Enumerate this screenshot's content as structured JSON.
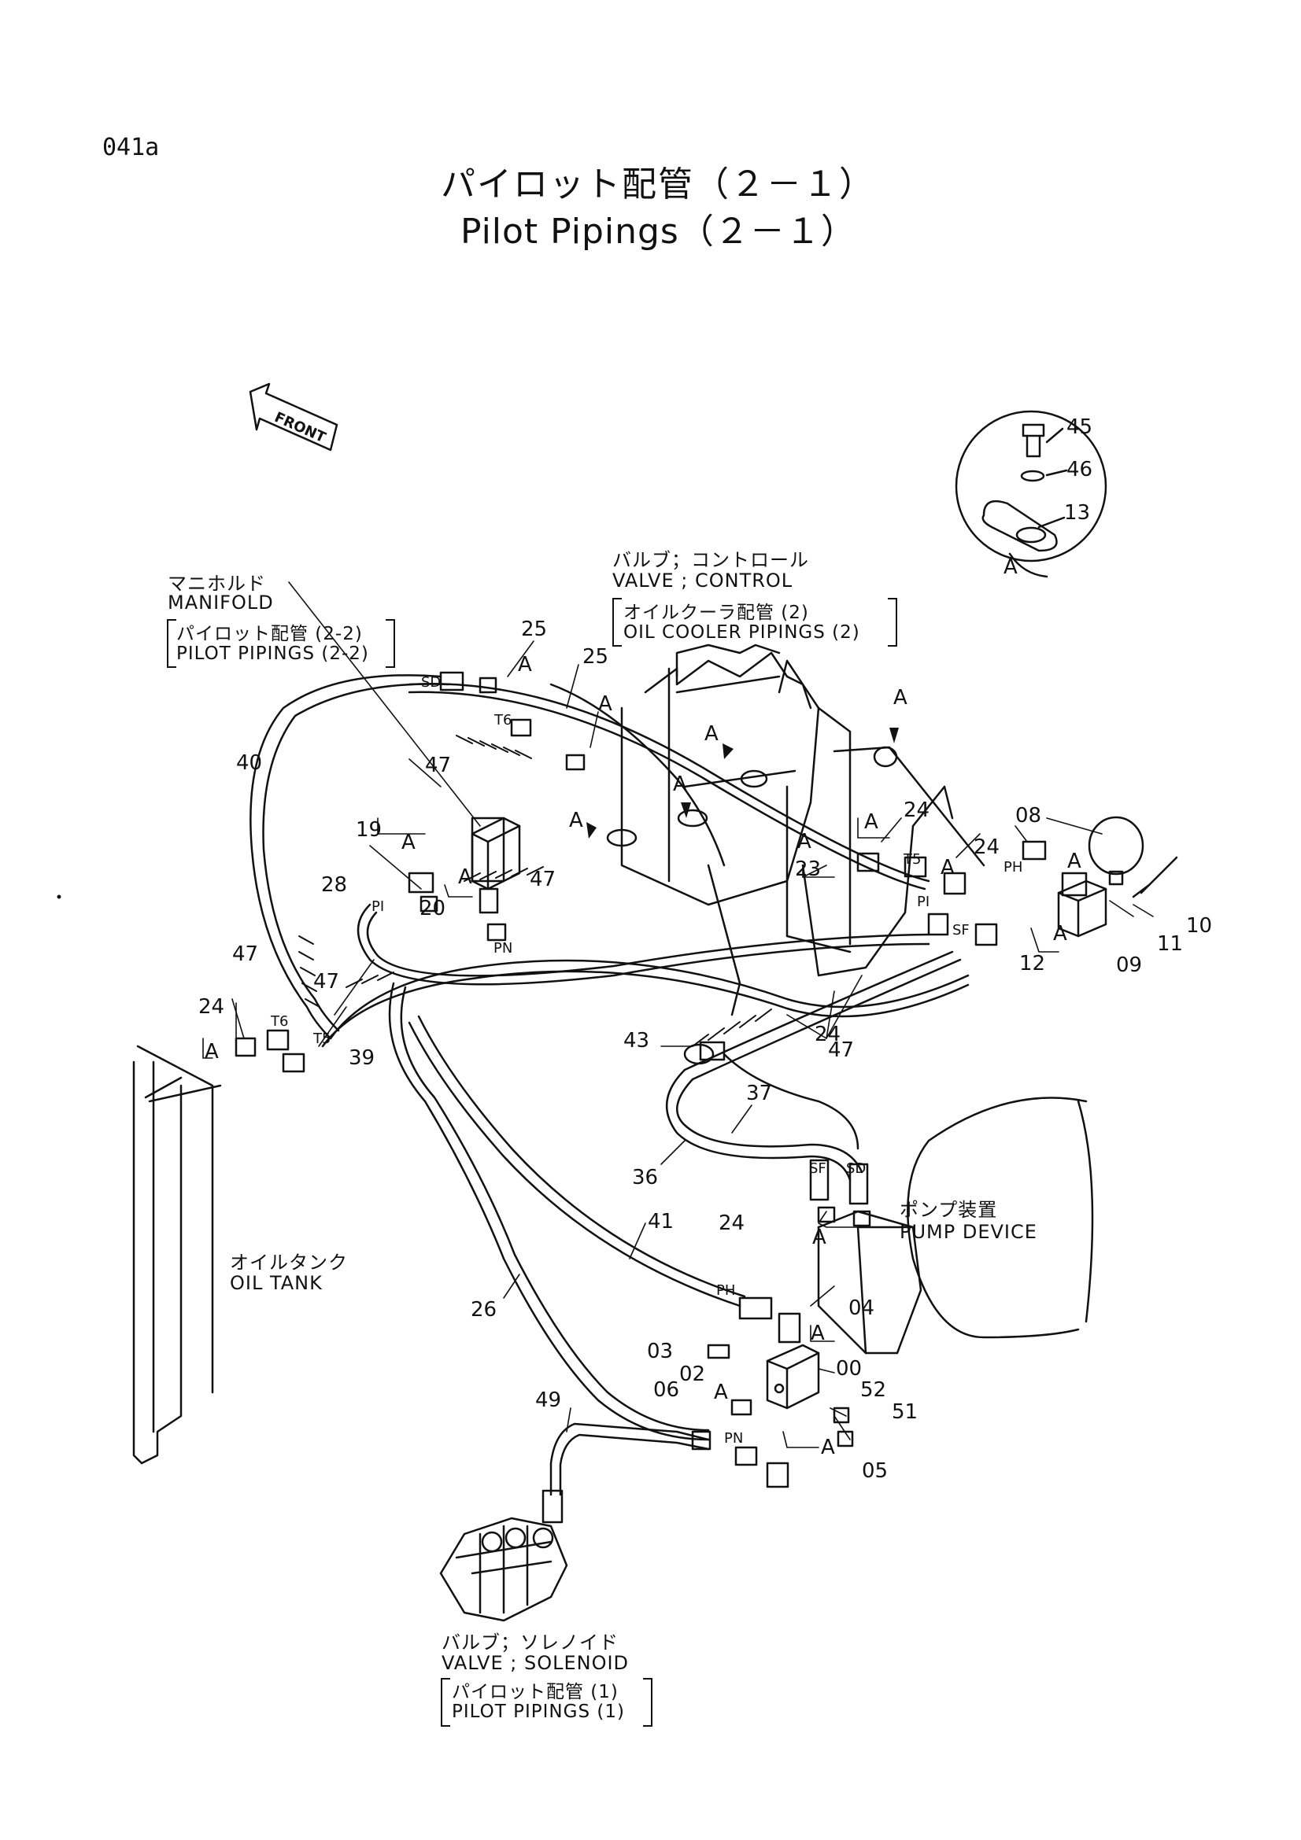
{
  "page_id": "041a",
  "title": {
    "ja": "パイロット配管（２－１）",
    "en": "Pilot Pipings（２－１）"
  },
  "front_label": "FRONT",
  "components": {
    "manifold": {
      "ja": "マニホルド",
      "en": "MANIFOLD",
      "ref_ja": "パイロット配管 (2-2)",
      "ref_en": "PILOT PIPINGS (2-2)"
    },
    "control_valve": {
      "ja": "バルブ；コントロール",
      "en": "VALVE ; CONTROL",
      "ref_ja": "オイルクーラ配管 (2)",
      "ref_en": "OIL COOLER PIPINGS (2)"
    },
    "pump": {
      "ja": "ポンプ装置",
      "en": "PUMP DEVICE"
    },
    "oil_tank": {
      "ja": "オイルタンク",
      "en": "OIL TANK"
    },
    "solenoid_valve": {
      "ja": "バルブ；ソレノイド",
      "en": "VALVE ; SOLENOID",
      "ref_ja": "パイロット配管 (1)",
      "ref_en": "PILOT PIPINGS (1)"
    }
  },
  "part_numbers": {
    "p45": "45",
    "p46": "46",
    "p13": "13",
    "detail_a": "A",
    "p25a": "25",
    "p25b": "25",
    "p40": "40",
    "p47a": "47",
    "p47b": "47",
    "p47c": "47",
    "p47d": "47",
    "p47e": "47",
    "p19": "19",
    "p28": "28",
    "p20": "20",
    "p24a": "24",
    "p24b": "24",
    "p24c": "24",
    "p24d": "24",
    "p24e": "24",
    "p23": "23",
    "p08": "08",
    "p10": "10",
    "p11": "11",
    "p12": "12",
    "p09": "09",
    "p43": "43",
    "p39": "39",
    "p37": "37",
    "p36": "36",
    "p41": "41",
    "p26": "26",
    "p04": "04",
    "p03": "03",
    "p02": "02",
    "p00": "00",
    "p06": "06",
    "p52": "52",
    "p51": "51",
    "p05": "05",
    "p49": "49"
  },
  "ports": {
    "sd1": "SD",
    "t6a": "T6",
    "pi1": "PI",
    "pn1": "PN",
    "t6b": "T6",
    "t5a": "T5",
    "t5b": "T5",
    "pi2": "PI",
    "ph1": "PH",
    "sf1": "SF",
    "sf2": "SF",
    "sd2": "SD",
    "ph2": "PH",
    "pn2": "PN"
  },
  "a_marks": [
    "A",
    "A",
    "A",
    "A",
    "A",
    "A",
    "A",
    "A",
    "A",
    "A",
    "A",
    "A",
    "A",
    "A",
    "A",
    "A",
    "A",
    "A"
  ]
}
